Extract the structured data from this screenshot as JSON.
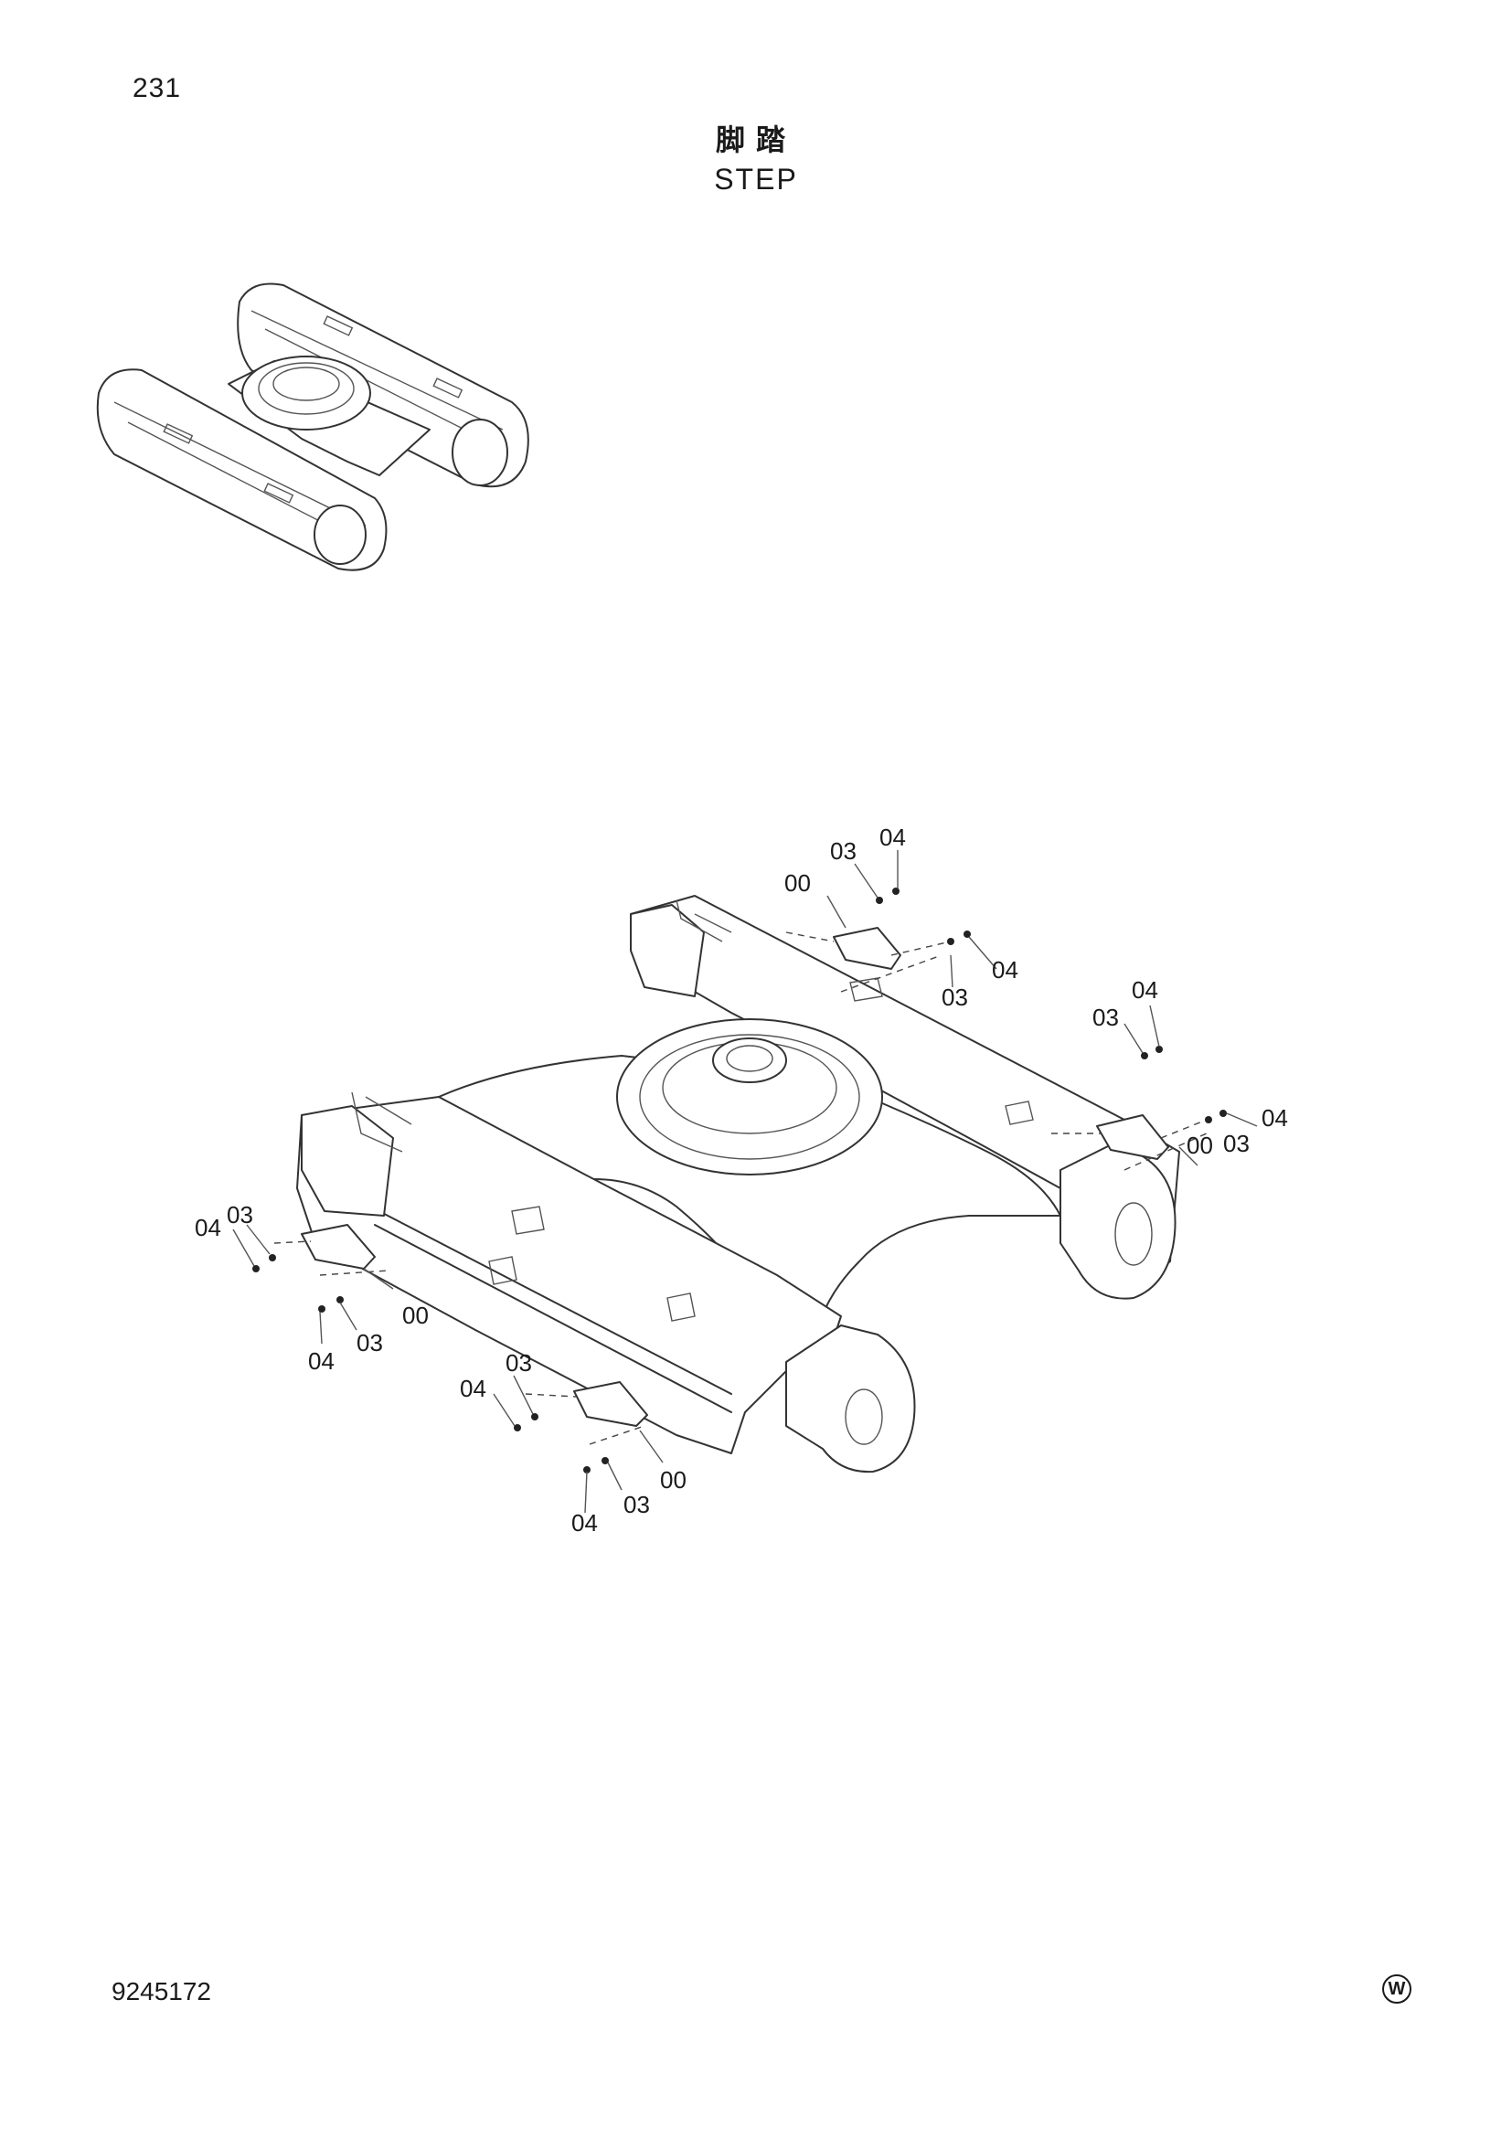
{
  "page": {
    "number": "231",
    "title_cn": "脚踏",
    "title_en": "STEP",
    "doc_number": "9245172",
    "footer_mark": "W"
  },
  "callouts": {
    "step": "00",
    "bolt": "03",
    "washer": "04"
  }
}
